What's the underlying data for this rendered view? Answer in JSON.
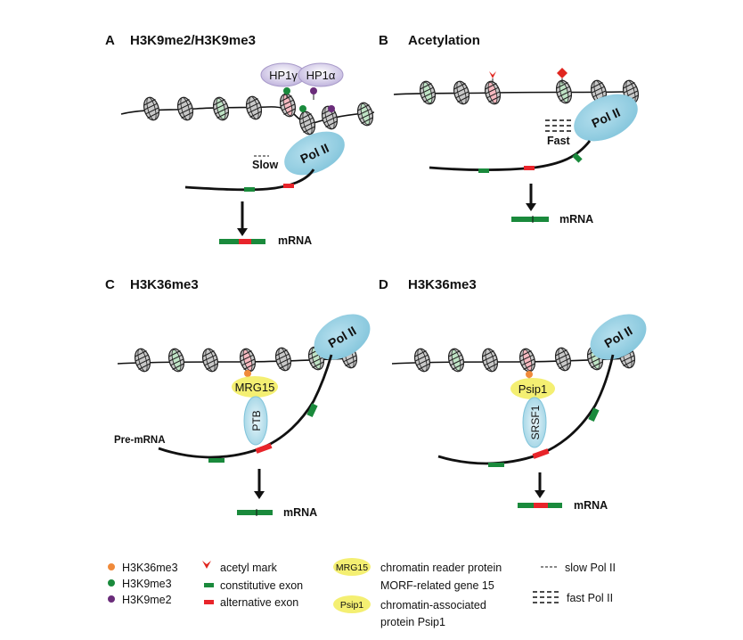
{
  "panels": {
    "a": {
      "letter": "A",
      "title": "H3K9me2/H3K9me3",
      "speed": "Slow",
      "hp1y": "HP1γ",
      "hp1a": "HP1α",
      "mrna": "mRNA",
      "pol": "Pol II"
    },
    "b": {
      "letter": "B",
      "title": "Acetylation",
      "speed": "Fast",
      "mrna": "mRNA",
      "pol": "Pol II"
    },
    "c": {
      "letter": "C",
      "title": "H3K36me3",
      "reader": "MRG15",
      "splice": "PTB",
      "premrna": "Pre-mRNA",
      "mrna": "mRNA",
      "pol": "Pol II"
    },
    "d": {
      "letter": "D",
      "title": "H3K36me3",
      "reader": "Psip1",
      "splice": "SRSF1",
      "mrna": "mRNA",
      "pol": "Pol II"
    }
  },
  "legend": {
    "h3k36me3": "H3K36me3",
    "h3k9me3": "H3K9me3",
    "h3k9me2": "H3K9me2",
    "acetyl": "acetyl mark",
    "const_exon": "constitutive exon",
    "alt_exon": "alternative exon",
    "mrg15_badge": "MRG15",
    "mrg15_line1": "chromatin reader protein",
    "mrg15_line2": "MORF-related gene 15",
    "psip1_badge": "Psip1",
    "psip1_line1": "chromatin-associated",
    "psip1_line2": "protein Psip1",
    "slow": "slow Pol II",
    "fast": "fast Pol II"
  },
  "colors": {
    "pol": "#8ecbdf",
    "reader": "#f4ef72",
    "hp1": "#c9bfe0",
    "green": "#1a8a3c",
    "red": "#e8242a",
    "orange": "#f08a3a",
    "purple": "#6a2c7a",
    "acetyl": "#e0261f"
  }
}
